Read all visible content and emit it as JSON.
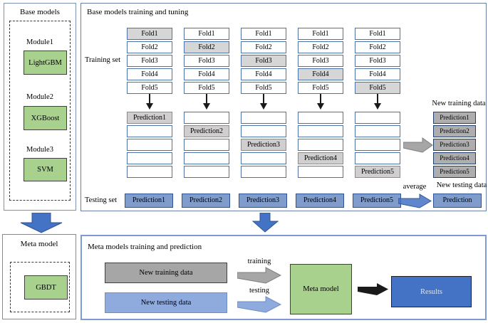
{
  "colors": {
    "green": "#a9d18e",
    "fold_active_gray": "#d6d6d6",
    "prediction_cell_gray": "#d0cece",
    "testing_blue": "#7f9ccb",
    "stack_gray": "#aeaeae",
    "bar_gray": "#a6a6a6",
    "bar_blue": "#8faadc",
    "results_blue": "#4472c4",
    "arrow_blue": "#4472c4",
    "arrow_gray": "#a6a6a6",
    "arrow_black": "#1a1a1a"
  },
  "base_models_panel": {
    "title": "Base models",
    "modules": [
      {
        "label": "Module1",
        "model": "LightGBM"
      },
      {
        "label": "Module2",
        "model": "XGBoost"
      },
      {
        "label": "Module3",
        "model": "SVM"
      }
    ]
  },
  "training_panel": {
    "title": "Base models training and tuning",
    "training_set_label": "Training set",
    "testing_set_label": "Testing set",
    "columns": [
      {
        "folds": [
          "Fold1",
          "Fold2",
          "Fold3",
          "Fold4",
          "Fold5"
        ],
        "prediction": "Prediction1",
        "test_prediction": "Prediction1"
      },
      {
        "folds": [
          "Fold1",
          "Fold2",
          "Fold3",
          "Fold4",
          "Fold5"
        ],
        "prediction": "Prediction2",
        "test_prediction": "Prediction2"
      },
      {
        "folds": [
          "Fold1",
          "Fold2",
          "Fold3",
          "Fold4",
          "Fold5"
        ],
        "prediction": "Prediction3",
        "test_prediction": "Prediction3"
      },
      {
        "folds": [
          "Fold1",
          "Fold2",
          "Fold3",
          "Fold4",
          "Fold5"
        ],
        "prediction": "Prediction4",
        "test_prediction": "Prediction4"
      },
      {
        "folds": [
          "Fold1",
          "Fold2",
          "Fold3",
          "Fold4",
          "Fold5"
        ],
        "prediction": "Prediction5",
        "test_prediction": "Prediction5"
      }
    ],
    "new_training_data": {
      "label": "New training data",
      "items": [
        "Prediction1",
        "Prediction2",
        "Prediction3",
        "Prediction4",
        "Prediction5"
      ]
    },
    "new_testing_data": {
      "label": "New testing data",
      "average_label": "average",
      "result": "Prediction"
    }
  },
  "meta_model_panel": {
    "title": "Meta model",
    "model": "GBDT"
  },
  "meta_training_panel": {
    "title": "Meta models training and prediction",
    "new_training_bar": "New training data",
    "new_testing_bar": "New testing data",
    "training_arrow_label": "training",
    "testing_arrow_label": "testing",
    "meta_model": "Meta model",
    "results": "Results"
  }
}
